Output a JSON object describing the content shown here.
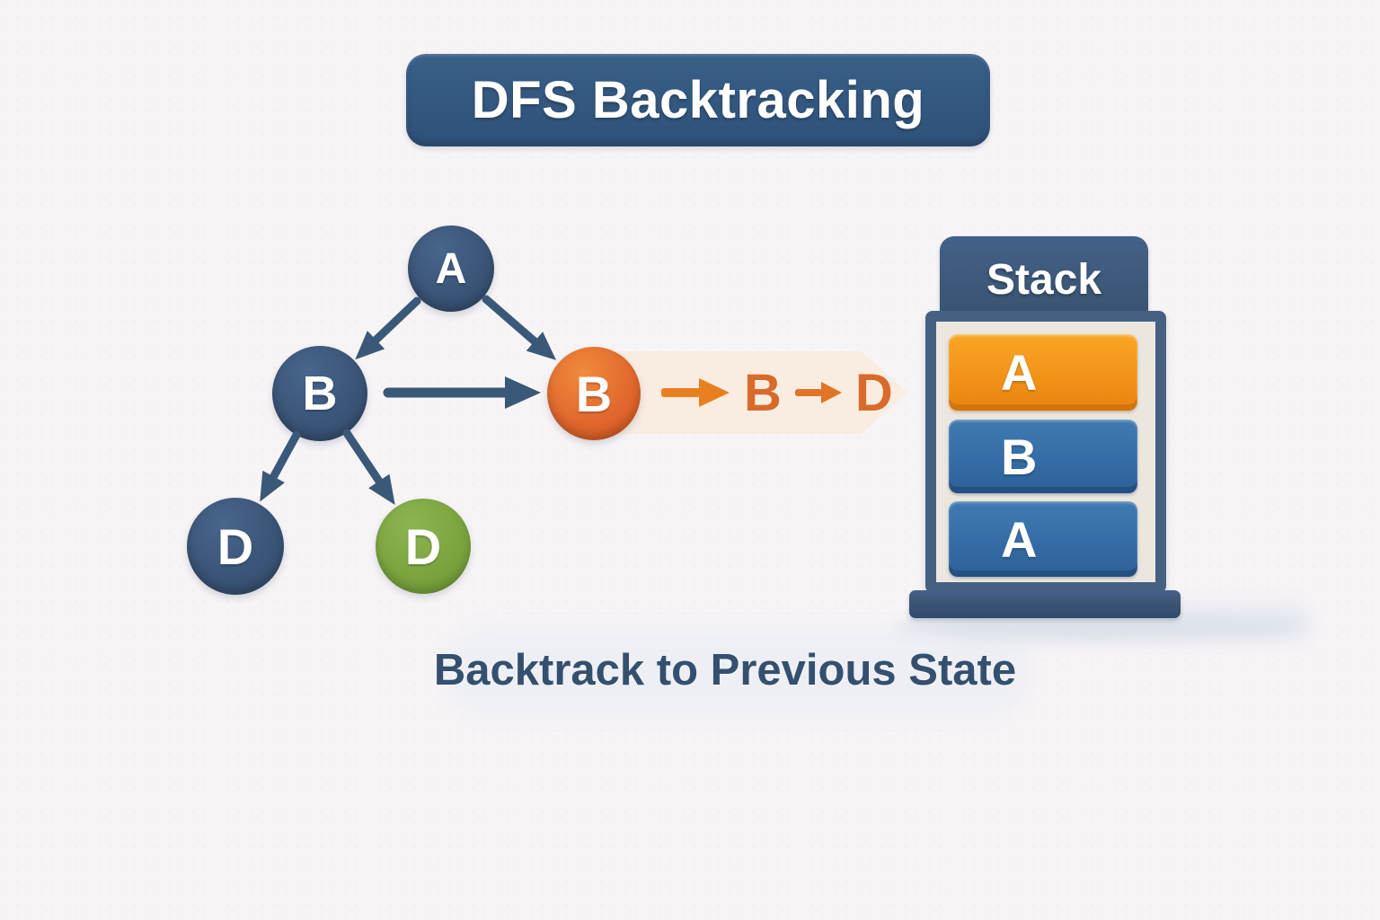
{
  "title": {
    "text": "DFS Backtracking"
  },
  "graph": {
    "nodes": [
      {
        "id": "A",
        "label": "A",
        "color": "#3a5577"
      },
      {
        "id": "B",
        "label": "B",
        "color": "#3a5577"
      },
      {
        "id": "D-left",
        "label": "D",
        "color": "#3a5577"
      },
      {
        "id": "D-right",
        "label": "D",
        "color": "#7aa33e"
      },
      {
        "id": "B-current",
        "label": "B",
        "color": "#e0662c"
      }
    ],
    "edges": [
      {
        "from": "A",
        "to": "B"
      },
      {
        "from": "A",
        "to": "B-current"
      },
      {
        "from": "B",
        "to": "B-current"
      },
      {
        "from": "B",
        "to": "D-left"
      },
      {
        "from": "B",
        "to": "D-right"
      }
    ]
  },
  "trace": {
    "arrow": "→",
    "from": "B",
    "to": "D"
  },
  "stack": {
    "title": "Stack",
    "items": [
      {
        "label": "A",
        "color": "#f2931a"
      },
      {
        "label": "B",
        "color": "#356ca5"
      },
      {
        "label": "A",
        "color": "#356ca5"
      }
    ]
  },
  "caption": {
    "text": "Backtrack to Previous State"
  },
  "colors": {
    "background": "#f7f4f6",
    "dark_blue": "#35506f",
    "node_dark": "#3a5577",
    "node_green": "#7aa33e",
    "node_active_orange": "#e0662c",
    "banner_peach": "#f9ece1",
    "trace_orange": "#d96b2a",
    "stack_orange": "#f2931a",
    "stack_blue": "#356ca5"
  }
}
